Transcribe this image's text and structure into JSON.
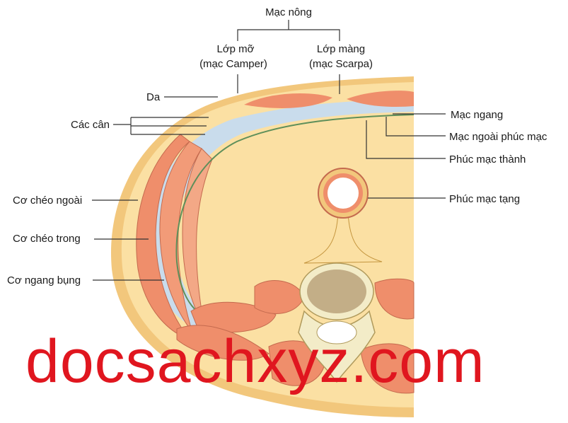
{
  "labels": {
    "superficial_fascia": "Mạc nông",
    "fatty_layer_line1": "Lớp mỡ",
    "fatty_layer_line2": "(mạc Camper)",
    "membranous_layer_line1": "Lớp màng",
    "membranous_layer_line2": "(mạc Scarpa)",
    "skin": "Da",
    "aponeuroses": "Các cân",
    "external_oblique": "Cơ chéo ngoài",
    "internal_oblique": "Cơ chéo trong",
    "transversus_abdominis": "Cơ ngang bụng",
    "transversalis_fascia": "Mạc ngang",
    "extraperitoneal_fascia": "Mạc ngoài phúc mạc",
    "parietal_peritoneum": "Phúc mạc thành",
    "visceral_peritoneum": "Phúc mạc tạng"
  },
  "watermark": "docsachxyz.com",
  "colors": {
    "skin": "#f2c77c",
    "fat": "#fbe0a3",
    "muscle": "#ef8e6b",
    "fascia_blue": "#c9dcec",
    "peritoneum_green": "#5e8f5a",
    "bone": "#f3ecc8",
    "watermark": "#e0161f"
  }
}
